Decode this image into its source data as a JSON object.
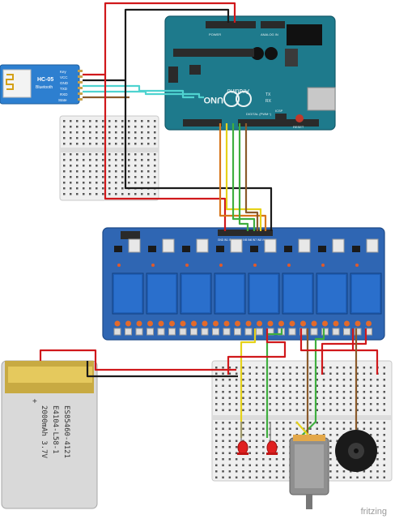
{
  "bluetooth_module": {
    "model": "HC-05",
    "subtitle": "Bluetooth",
    "pins": [
      "Key",
      "VCC",
      "GND",
      "TXD",
      "RXD",
      "State"
    ]
  },
  "arduino": {
    "brand": "Arduino",
    "model": "UNO",
    "rx_label": "RX",
    "tx_label": "TX",
    "power_label": "POWER",
    "analog_label": "ANALOG IN",
    "digital_label": "DIGITAL (PWM~)",
    "icsp_label": "ICSP",
    "reset_label": "RESET"
  },
  "relay_board": {
    "channels": 8,
    "header_text": "GND IN1 IN2 IN3 IN4 IN5 IN6 IN7 IN8 VCC"
  },
  "battery": {
    "line1": "ES85460-4121",
    "line2": "E4104-L58-1",
    "line3": "2000mAh 3.7V",
    "plus_sign": "+"
  },
  "watermark": "fritzing",
  "colors": {
    "wire_red": "#d0181b",
    "wire_black": "#1a1a1a",
    "wire_cyan": "#4fd3d0",
    "wire_yellow": "#e6d21a",
    "wire_green": "#3fae3f",
    "wire_orange": "#d8761c",
    "wire_brown": "#8a5a2b",
    "arduino_teal": "#1e7a8c",
    "relay_blue": "#2f66b3",
    "bt_blue": "#2d7fd0"
  }
}
